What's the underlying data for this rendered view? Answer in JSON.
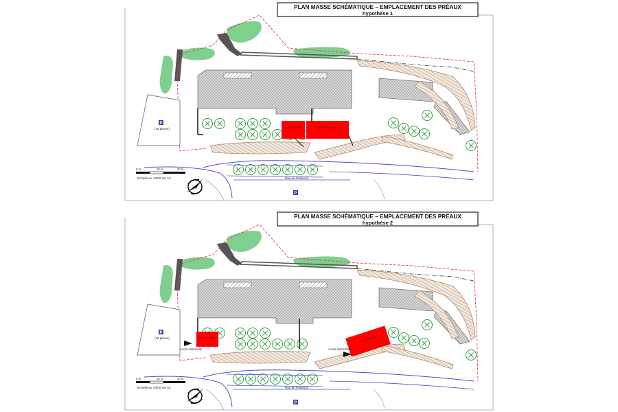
{
  "plans": [
    {
      "title": "PLAN MASSE SCHÉMATIQUE – EMPLACEMENT DES PRÉAUX",
      "subtitle": "hypothèse 1",
      "parking_label": "P",
      "parking_places": "(16 places)",
      "bottom_parking_label": "P",
      "scale_ticks": [
        "0 m",
        "10 m",
        "20 m"
      ],
      "scale_caption": "Echelle au 1/500 sur A3",
      "street_label": "Rue de l'Hubecot",
      "preau_labels": [
        "Préau maternelle",
        "Préau élémentaire"
      ],
      "access_labels": []
    },
    {
      "title": "PLAN MASSE SCHÉMATIQUE – EMPLACEMENT DES PRÉAUX",
      "subtitle": "hypothèse 2",
      "parking_label": "P",
      "parking_places": "(16 places)",
      "bottom_parking_label": "P",
      "scale_ticks": [
        "0 m",
        "10 m",
        "20 m"
      ],
      "scale_caption": "Echelle au 1/500 sur A3",
      "street_label": "Rue de l'Hubecot",
      "preau_labels": [
        "Préau maternelle",
        "Préau élémentaire"
      ],
      "access_labels": [
        "Accès maternelle",
        "Accès élémentaire"
      ]
    }
  ],
  "colors": {
    "preau": "#ff0000",
    "green_space": "#7fcf8f",
    "tree": "#2e9e3e",
    "building_hatch": "#9a9a9a",
    "parking_sign": "#3a3aa8",
    "boundary": "#e0405a",
    "road": "#4a4ac8"
  }
}
